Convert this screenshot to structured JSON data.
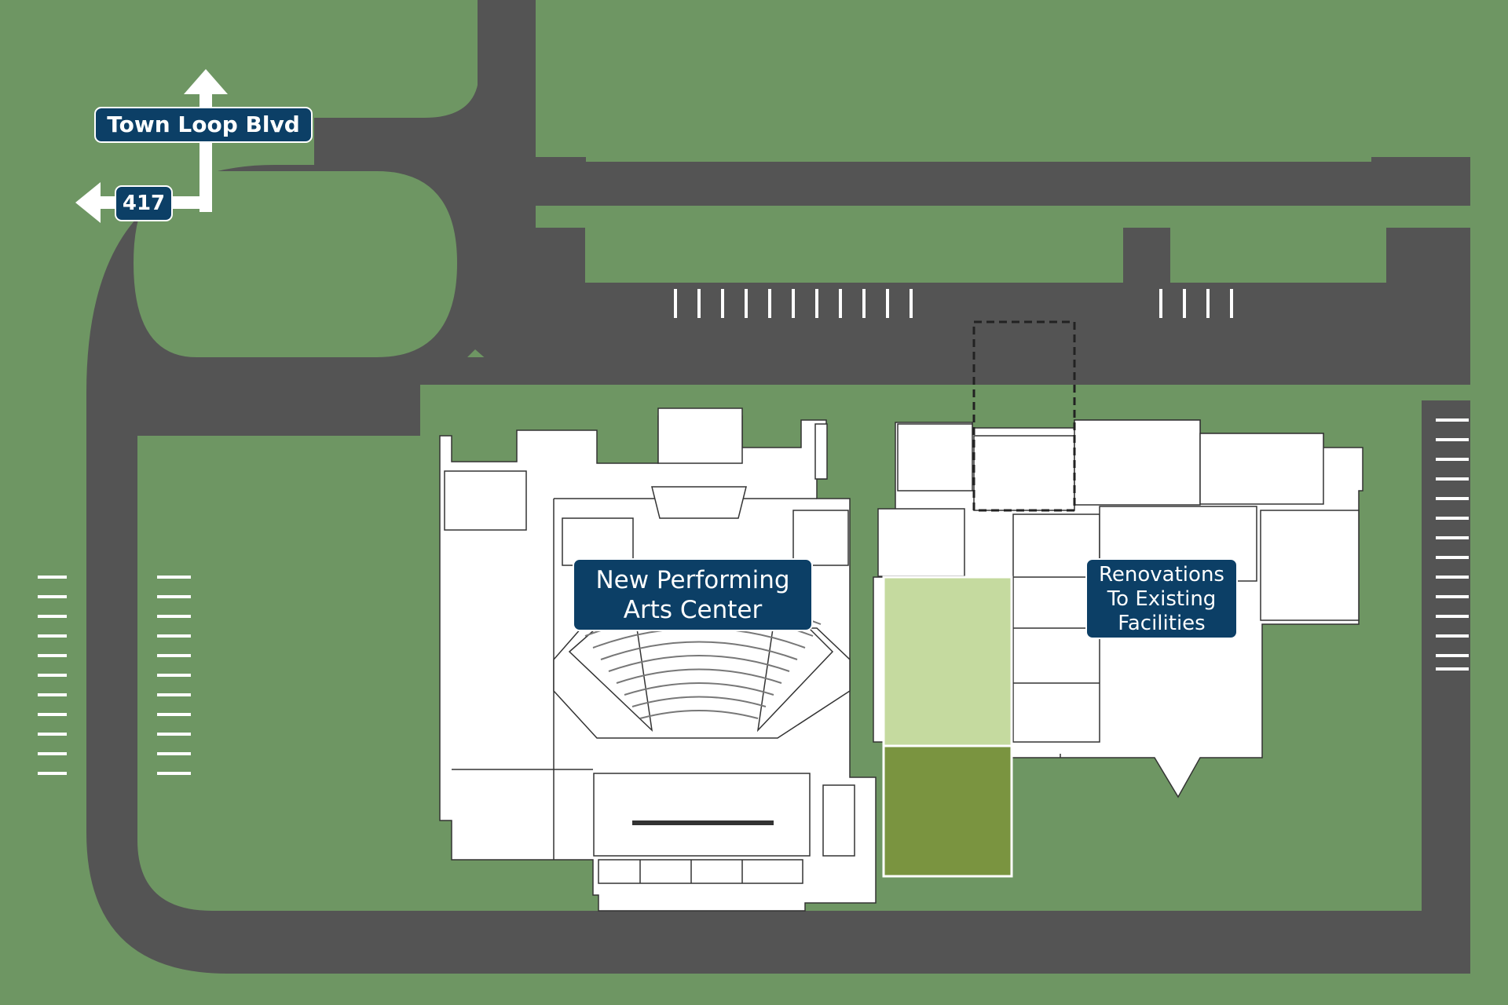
{
  "road_labels": {
    "street": "Town Loop Blvd",
    "route": "417"
  },
  "building_labels": {
    "performing_arts": [
      "New Performing",
      "Arts Center"
    ],
    "renovations": [
      "Renovations",
      "To Existing",
      "Facilities"
    ]
  },
  "colors": {
    "grass": "#6e9663",
    "pavement": "#545454",
    "label_background": "#0c3f66",
    "floorplan": "#ffffff",
    "lawn_light": "#c5da9f",
    "lawn_dark": "#7a9440"
  },
  "icons": [
    "arrow-north-icon",
    "arrow-west-icon"
  ]
}
